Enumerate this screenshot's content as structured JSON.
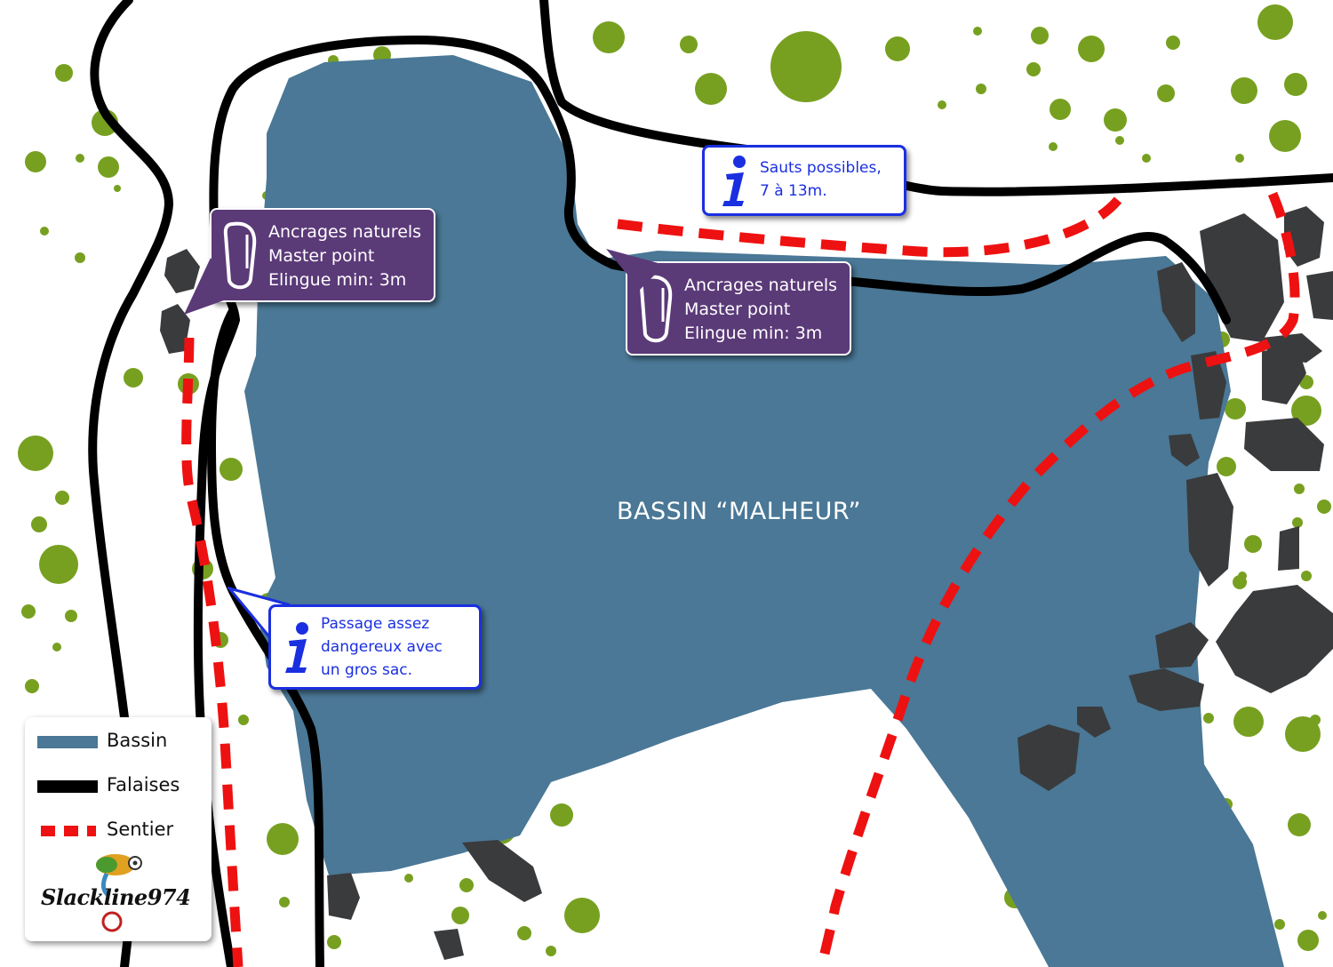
{
  "map": {
    "title": "BASSIN “MALHEUR”"
  },
  "callouts": {
    "anchors_left": {
      "icon": "carabiner-icon",
      "lines": [
        "Ancrages naturels",
        "Master point",
        "Elingue min: 3m"
      ]
    },
    "anchors_right": {
      "icon": "carabiner-icon",
      "lines": [
        "Ancrages naturels",
        "Master point",
        "Elingue min: 3m"
      ]
    },
    "jumps_info": {
      "icon": "info-icon",
      "lines": [
        "Sauts possibles,",
        "7 à 13m."
      ]
    },
    "passage_info": {
      "icon": "info-icon",
      "lines": [
        "Passage assez",
        "dangereux avec",
        "un gros sac."
      ]
    }
  },
  "legend": {
    "items": [
      {
        "label": "Bassin",
        "symbol": "water-swatch"
      },
      {
        "label": "Falaises",
        "symbol": "cliff-line"
      },
      {
        "label": "Sentier",
        "symbol": "trail-dashed-line"
      }
    ],
    "logo_text": "Slackline974"
  },
  "colors": {
    "water": "#4a7896",
    "cliff": "#000000",
    "trail": "#ee1111",
    "vegetation": "#77a020",
    "rock": "#3a3b3d",
    "anchor_callout": "#5b3a78",
    "info_accent": "#1a2fe0"
  }
}
